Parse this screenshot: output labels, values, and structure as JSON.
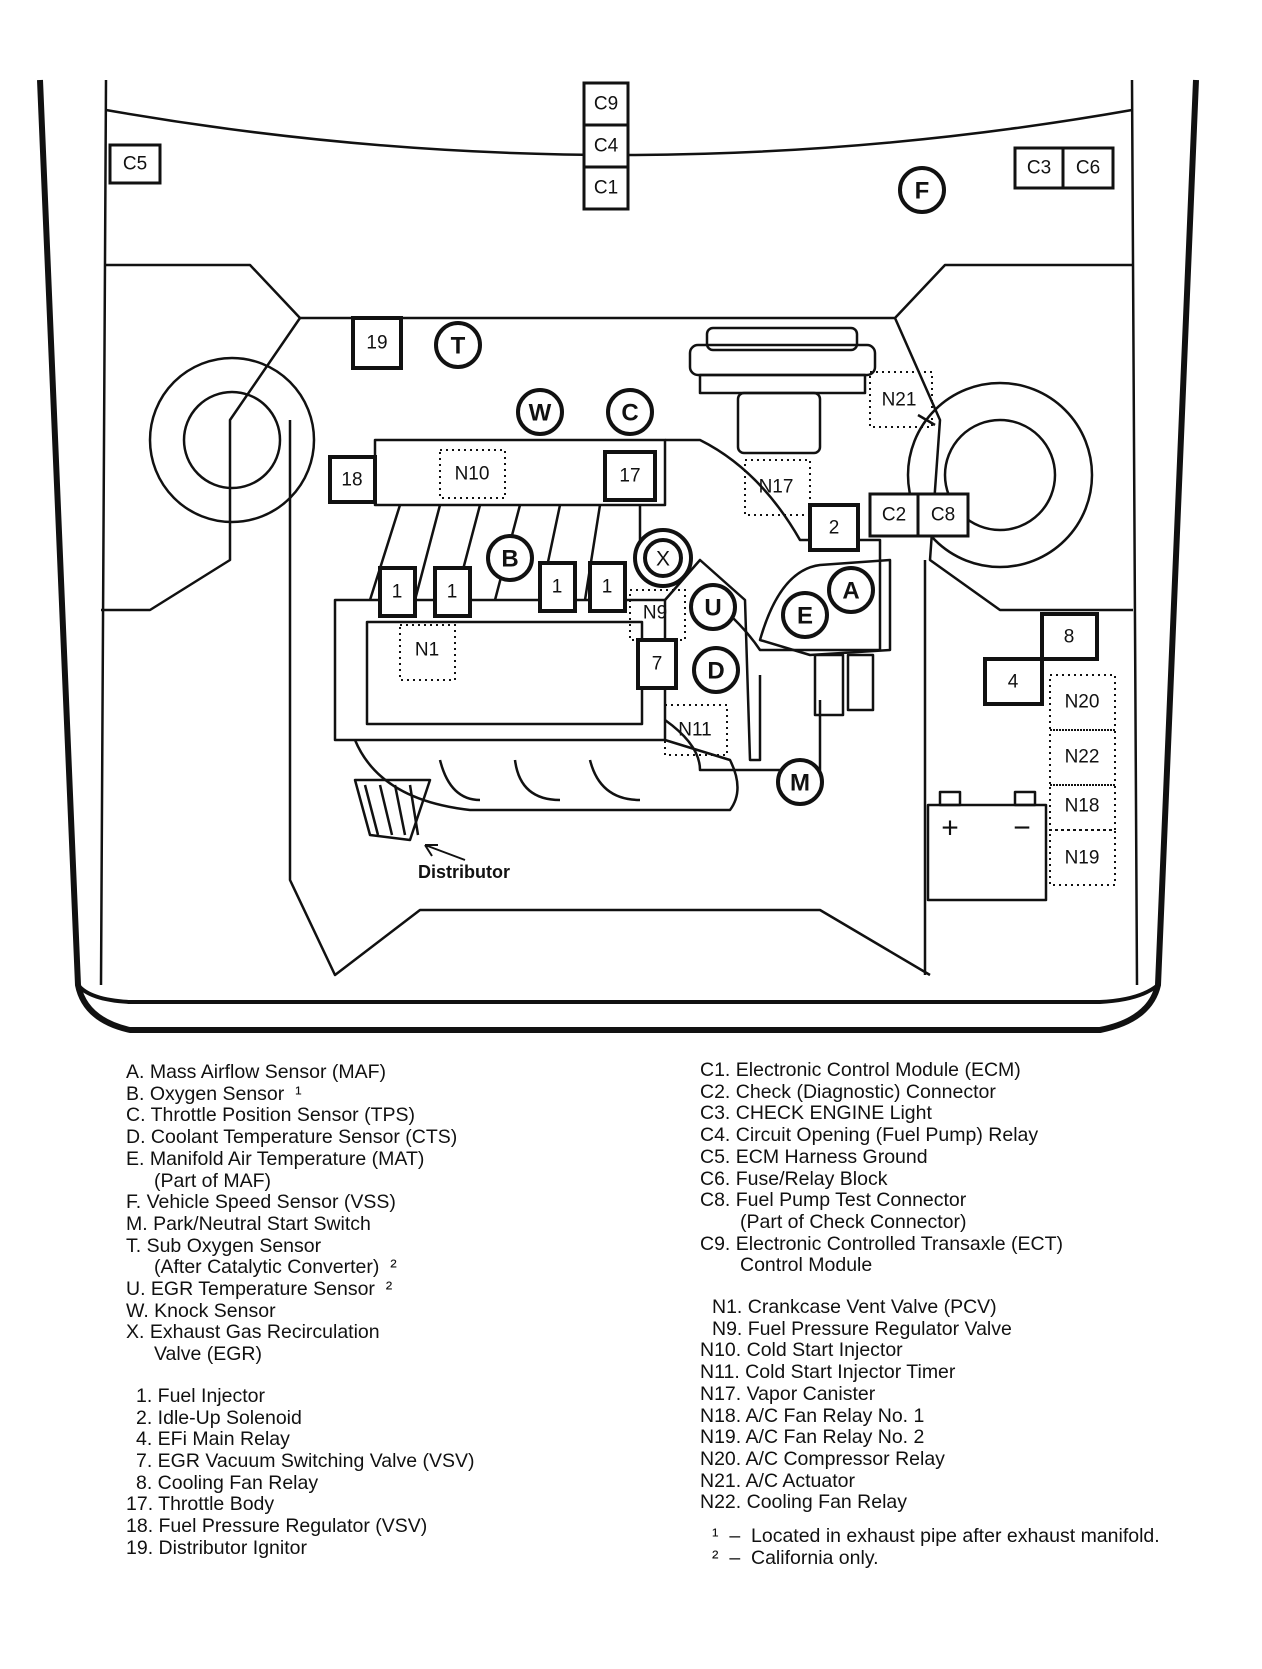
{
  "boxes": {
    "c9": "C9",
    "c4": "C4",
    "c1": "C1",
    "c5": "C5",
    "c3": "C3",
    "c6": "C6",
    "b19": "19",
    "b18": "18",
    "b17": "17",
    "b2": "2",
    "c2": "C2",
    "c8": "C8",
    "b8": "8",
    "b4": "4",
    "b7": "7",
    "b1": "1",
    "n10": "N10",
    "n21": "N21",
    "n17": "N17",
    "n9": "N9",
    "n1": "N1",
    "n11": "N11",
    "n20": "N20",
    "n22": "N22",
    "n18": "N18",
    "n19": "N19"
  },
  "circles": {
    "f": "F",
    "t": "T",
    "w": "W",
    "c": "C",
    "b": "B",
    "x": "X",
    "u": "U",
    "d": "D",
    "a": "A",
    "e": "E",
    "m": "M"
  },
  "battery": {
    "plus": "+",
    "minus": "−"
  },
  "distributor_label": "Distributor",
  "legend_left": {
    "letters": [
      "A. Mass Airflow Sensor (MAF)",
      "B. Oxygen Sensor  ¹",
      "C. Throttle Position Sensor (TPS)",
      "D. Coolant Temperature Sensor (CTS)",
      "E. Manifold Air Temperature (MAT)",
      "(Part of MAF)",
      "F. Vehicle Speed Sensor (VSS)",
      "M. Park/Neutral Start Switch",
      "T. Sub Oxygen Sensor",
      "(After Catalytic Converter)  ²",
      "U. EGR Temperature Sensor  ²",
      "W. Knock Sensor",
      "X. Exhaust Gas Recirculation",
      "Valve (EGR)"
    ],
    "numbers": [
      "1. Fuel Injector",
      "2. Idle-Up Solenoid",
      "4. EFi Main Relay",
      "7. EGR Vacuum Switching Valve (VSV)",
      "8. Cooling Fan Relay",
      "17. Throttle Body",
      "18. Fuel Pressure Regulator (VSV)",
      "19. Distributor Ignitor"
    ]
  },
  "legend_right": {
    "c_items": [
      "C1. Electronic Control Module (ECM)",
      "C2. Check (Diagnostic) Connector",
      "C3. CHECK ENGINE Light",
      "C4. Circuit Opening (Fuel Pump) Relay",
      "C5. ECM Harness Ground",
      "C6. Fuse/Relay Block",
      "C8. Fuel Pump Test Connector",
      "(Part of Check Connector)",
      "C9. Electronic Controlled Transaxle (ECT)",
      "Control Module"
    ],
    "n_items": [
      "N1. Crankcase Vent Valve (PCV)",
      "N9. Fuel Pressure Regulator Valve",
      "N10. Cold Start Injector",
      "N11. Cold Start Injector Timer",
      "N17. Vapor Canister",
      "N18. A/C Fan Relay No. 1",
      "N19. A/C Fan Relay No. 2",
      "N20. A/C Compressor Relay",
      "N21. A/C Actuator",
      "N22. Cooling Fan Relay"
    ],
    "notes": [
      "¹  –  Located in exhaust pipe after exhaust manifold.",
      "²  –  California only."
    ]
  }
}
